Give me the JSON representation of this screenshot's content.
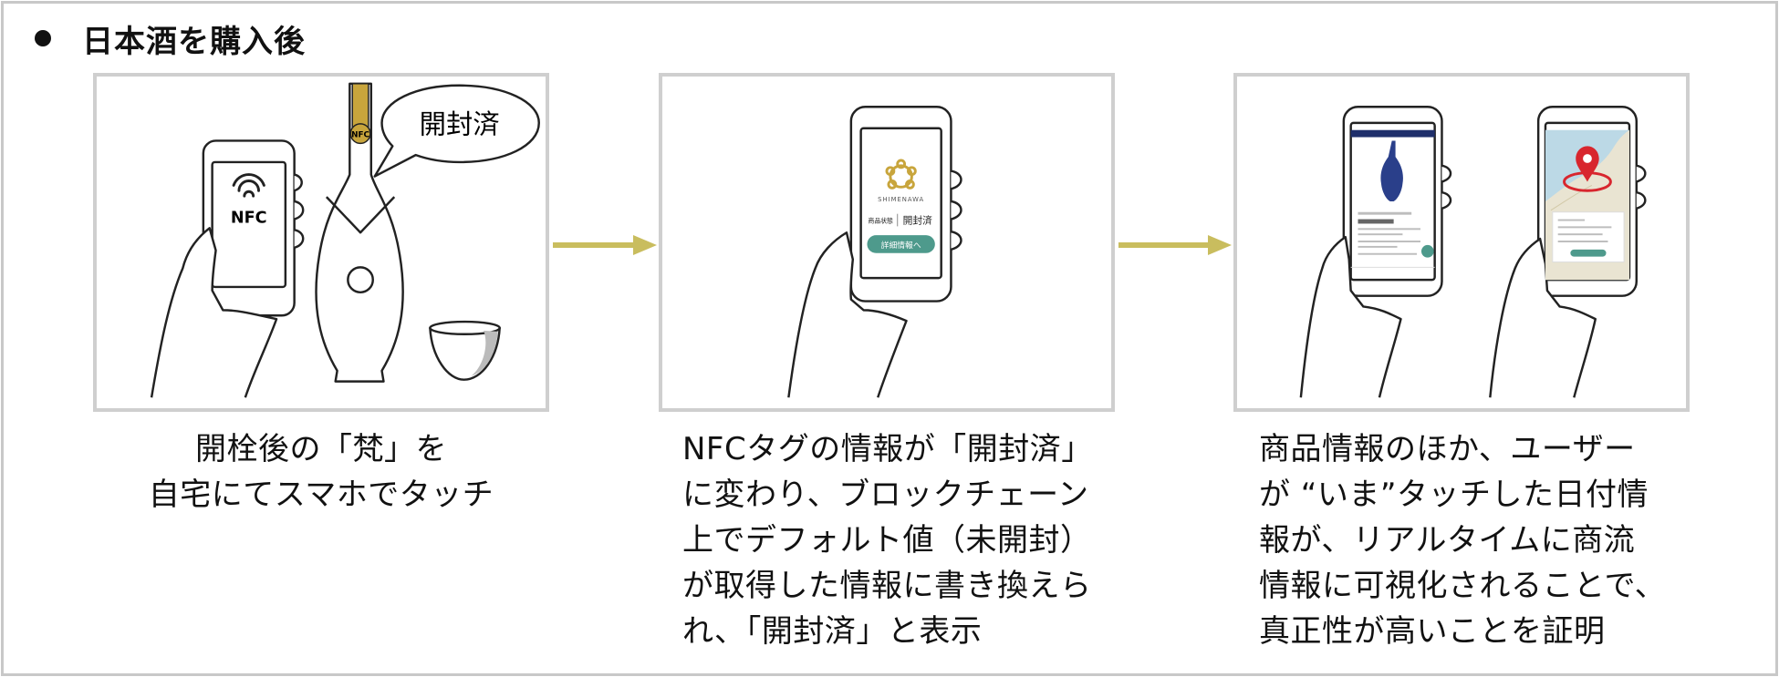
{
  "heading": {
    "text": "日本酒を購入後"
  },
  "panel1": {
    "nfc_label": "NFC",
    "bottle_tag": "NFC",
    "speech": "開封済"
  },
  "panel2": {
    "brand": "SHIMENAWA",
    "status_label": "商品状態",
    "status_value": "開封済",
    "button_label": "詳細情報へ"
  },
  "captions": {
    "step1": "開栓後の「梵」を\n自宅にてスマホでタッチ",
    "step2": "NFCタグの情報が「開封済」\nに変わり、ブロックチェーン\n上でデフォルト値（未開封）\nが取得した情報に書き換えら\nれ、「開封済」と表示",
    "step3": "商品情報のほか、ユーザー\nが “いま”タッチした日付情\n報が、リアルタイムに商流\n情報に可視化されることで、\n真正性が高いことを証明"
  },
  "colors": {
    "arrow": "#c9bd5e",
    "accent_green": "#4e9a8c",
    "gold": "#c8a53c",
    "pin_red": "#d8262e",
    "frame_gray": "#c8c8c8"
  }
}
